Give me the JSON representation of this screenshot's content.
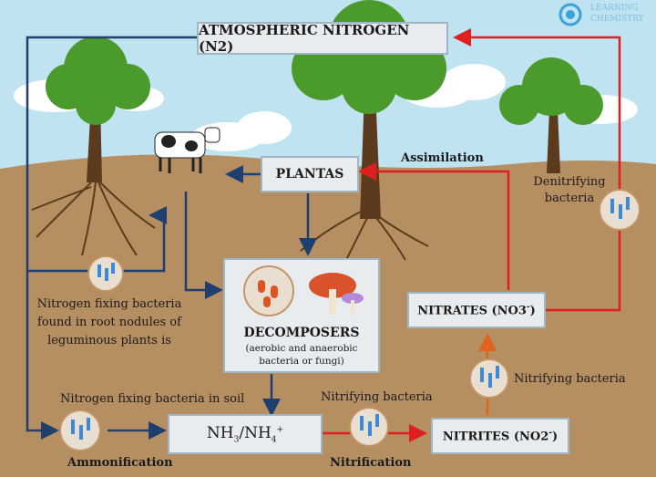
{
  "nodes": {
    "atmospheric": {
      "label": "ATMOSPHERIC NITROGEN (N2)"
    },
    "plantas": {
      "label": "PLANTAS"
    },
    "decomposers": {
      "title": "DECOMPOSERS",
      "subtitle_line1": "(aerobic and anaerobic",
      "subtitle_line2": "bacteria or fungi)"
    },
    "ammonium": {
      "main": "NH",
      "sub1": "3",
      "slash": "/NH",
      "sub2": "4",
      "sup": "+"
    },
    "nitrites": {
      "main": "NITRITES (NO2",
      "sup": "-",
      "close": ")"
    },
    "nitrates": {
      "main": "NITRATES (NO3",
      "sup": "-",
      "close": ")"
    }
  },
  "labels": {
    "assimilation": "Assimilation",
    "denitrifying_line1": "Denitrifying",
    "denitrifying_line2": "bacteria",
    "root_fixing_line1": "Nitrogen fixing bacteria",
    "root_fixing_line2": "found in root nodules of",
    "root_fixing_line3": "leguminous plants is",
    "soil_fixing": "Nitrogen fixing bacteria in soil",
    "nitrifying_1": "Nitrifying bacteria",
    "nitrifying_2": "Nitrifying bacteria",
    "ammonification": "Ammonification",
    "nitrification": "Nitrification"
  },
  "logo": {
    "line1": "LEARNING",
    "line2": "CHEMISTRY"
  },
  "colors": {
    "sky": "#bfe3f1",
    "soil": "#b58e62",
    "arrow_blue": "#1f3f6e",
    "arrow_red": "#e02020",
    "arrow_orange": "#e0641c",
    "box_fill": "#e9ecef",
    "box_border": "#9fb6c4",
    "leaf": "#4a9a2c",
    "trunk": "#5b3a1e"
  }
}
